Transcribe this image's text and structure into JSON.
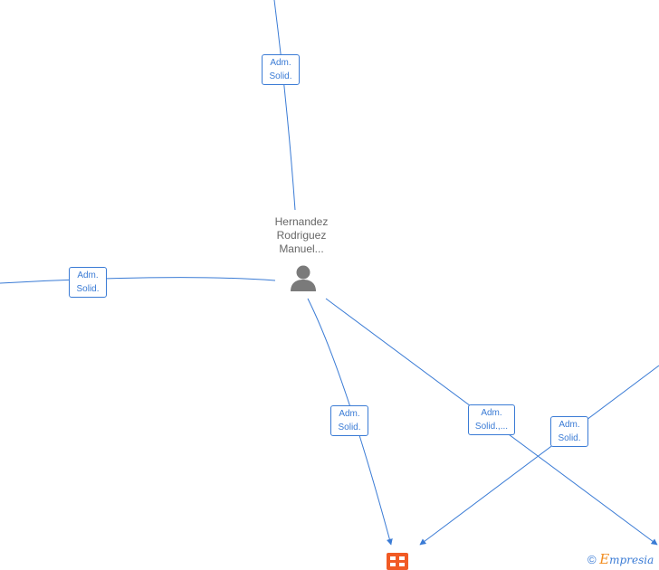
{
  "diagram": {
    "person": {
      "name_lines": [
        "Hernandez",
        "Rodriguez",
        "Manuel..."
      ],
      "icon": "person-icon"
    },
    "company_node": {
      "icon": "company-building-icon",
      "color": "#f15a24"
    },
    "edge_labels": [
      {
        "lines": [
          "Adm.",
          "Solid."
        ]
      },
      {
        "lines": [
          "Adm.",
          "Solid."
        ]
      },
      {
        "lines": [
          "Adm.",
          "Solid."
        ]
      },
      {
        "lines": [
          "Adm.",
          "Solid.,..."
        ]
      },
      {
        "lines": [
          "Adm.",
          "Solid."
        ]
      }
    ],
    "colors": {
      "edge": "#3a7bd5",
      "person": "#666666"
    }
  },
  "watermark": {
    "symbol": "©",
    "brand_first": "E",
    "brand_rest": "mpresia"
  }
}
